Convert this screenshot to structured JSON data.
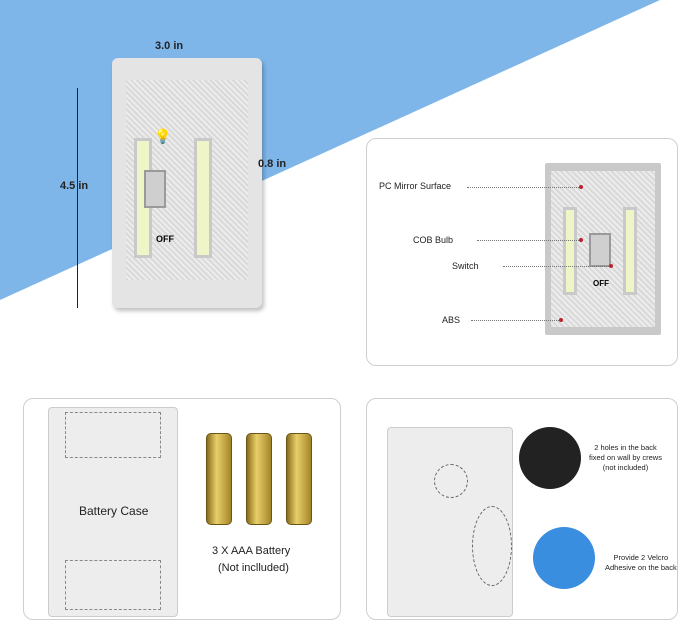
{
  "dimensions": {
    "width": "3.0 in",
    "height": "4.5 in",
    "depth": "0.8 in"
  },
  "switch_label": "OFF",
  "parts": {
    "pc_mirror": "PC Mirror Surface",
    "cob": "COB Bulb",
    "switch": "Switch",
    "abs": "ABS"
  },
  "battery": {
    "case_label": "Battery Case",
    "count_label": "3 X AAA Battery",
    "note": "(Not inclluded)"
  },
  "mounting": {
    "screws_lines": [
      "2 holes in the back",
      "fixed on wall by crews",
      "(not included)"
    ],
    "velcro_lines": [
      "Provide 2 Velcro",
      "Adhesive on the back"
    ]
  },
  "colors": {
    "blue": "#7fb6ea",
    "dot": "#c0202a"
  }
}
